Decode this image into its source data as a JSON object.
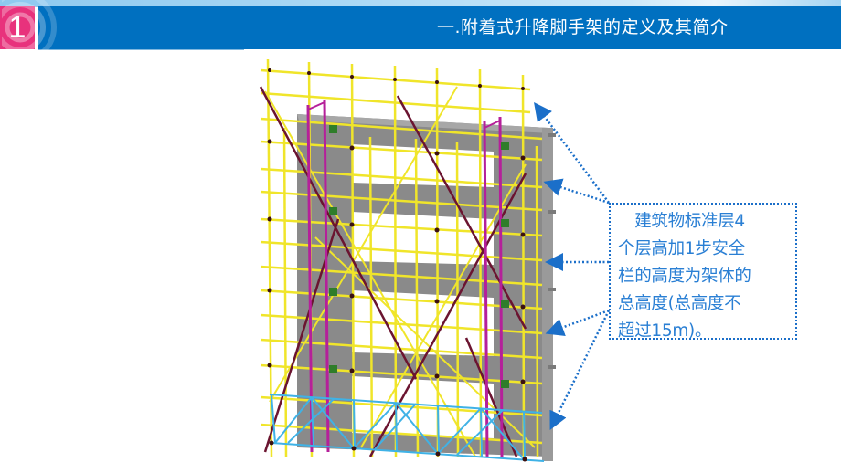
{
  "header": {
    "section_number": "1",
    "title": "一.附着式升降脚手架的定义及其简介",
    "bar_color": "#0070c0",
    "badge_color": "#e8327c"
  },
  "figure": {
    "description": "3D model of attached lifting scaffold on building facade",
    "colors": {
      "scaffold_tubes": "#f2ea2c",
      "diagonal_braces": "#6b1430",
      "vertical_frames": "#b5209a",
      "bottom_truss": "#3fb2e6",
      "building": "#8a8a8a",
      "anchors": "#2f7d2a"
    }
  },
  "callout": {
    "lines": [
      "　建筑物标准层4",
      "个层高加1步安全",
      "栏的高度为架体的",
      "总高度(总高度不",
      "超过15m)。"
    ],
    "text_color": "#2a7fd4",
    "border_color": "#1b6fc9",
    "arrow_count": 5
  }
}
